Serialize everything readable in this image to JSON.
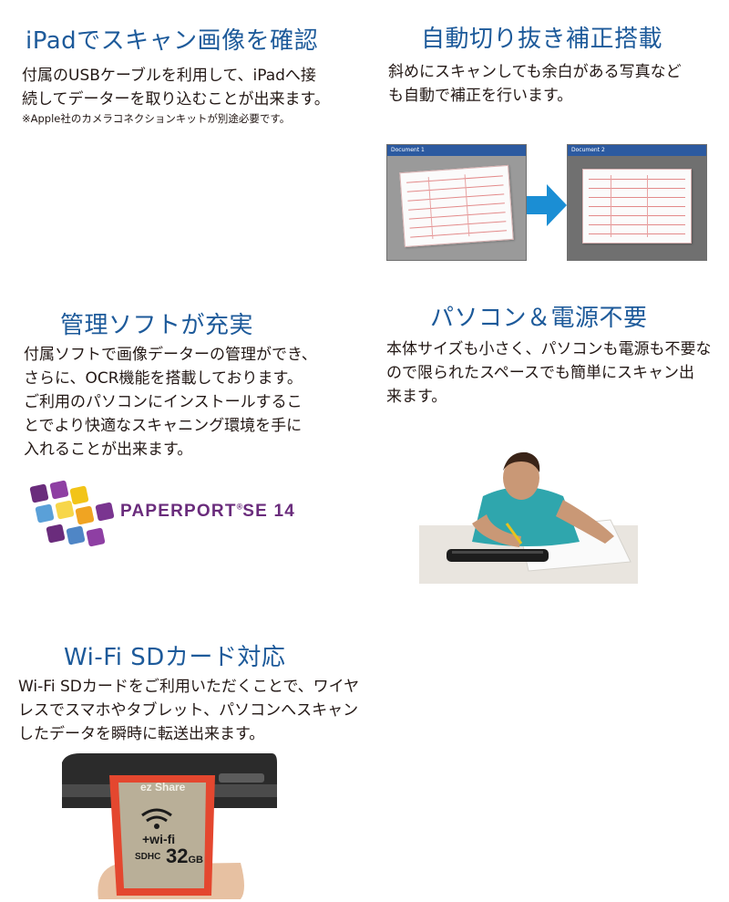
{
  "features": {
    "ipad": {
      "title": "iPadでスキャン画像を確認",
      "lines": [
        "付属のUSBケーブルを利用して、iPadへ接",
        "続してデーターを取り込むことが出来ます。"
      ],
      "note": "※Apple社のカメラコネクションキットが別途必要です。"
    },
    "autocrop": {
      "title": "自動切り抜き補正搭載",
      "lines": [
        "斜めにスキャンしても余白がある写真など",
        "も自動で補正を行います。"
      ],
      "illustration": {
        "doc1_label": "Document 1",
        "doc2_label": "Document 2",
        "arrow_color": "#1b8ed4"
      }
    },
    "software": {
      "title": "管理ソフトが充実",
      "lines": [
        "付属ソフトで画像データーの管理ができ、",
        "さらに、OCR機能を搭載しております。",
        "ご利用のパソコンにインストールするこ",
        "とでより快適なスキャニング環境を手に",
        "入れることが出来ます。"
      ],
      "logo": {
        "text_main": "PAPERPORT",
        "text_reg": "®",
        "text_tail": "SE 14",
        "color": "#6a2c7c"
      }
    },
    "nopc": {
      "title": "パソコン＆電源不要",
      "lines": [
        "本体サイズも小さく、パソコンも電源も不要な",
        "ので限られたスペースでも簡単にスキャン出",
        "来ます。"
      ]
    },
    "wifi": {
      "title": "Wi-Fi SDカード対応",
      "lines": [
        "Wi-Fi SDカードをご利用いただくことで、ワイヤ",
        "レスでスマホやタブレット、パソコンへスキャン",
        "したデータを瞬時に転送出来ます。"
      ],
      "card": {
        "brand": "ez Share",
        "wifi": "+wi-fi",
        "capacity": "32",
        "unit": "GB",
        "sdhc": "SDHC"
      }
    }
  },
  "colors": {
    "title": "#1d5a9a",
    "body": "#231815"
  }
}
